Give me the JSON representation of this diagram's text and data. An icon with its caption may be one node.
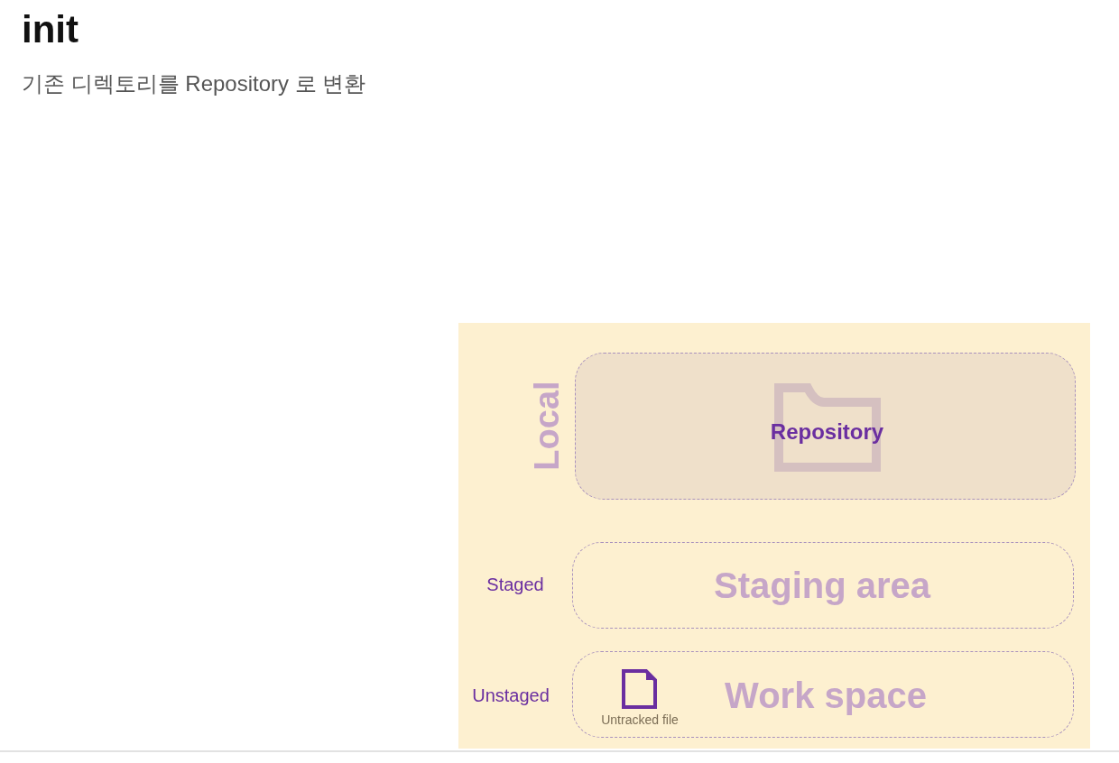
{
  "diagram": {
    "title": "init",
    "nodes": [
      {
        "text": [
          "Repository"
        ],
        "beside": [
          "Local"
        ]
      },
      {
        "text": [
          "Staging area"
        ],
        "beside": [
          "Staged"
        ]
      },
      {
        "text": [
          "Work space"
        ],
        "beside": [
          "Unstaged"
        ]
      },
      {
        "text": [
          "Untracked file"
        ],
        "in": 2
      }
    ],
    "labels": [
      "기존 디렉토리를 Repository 로 변환"
    ]
  }
}
